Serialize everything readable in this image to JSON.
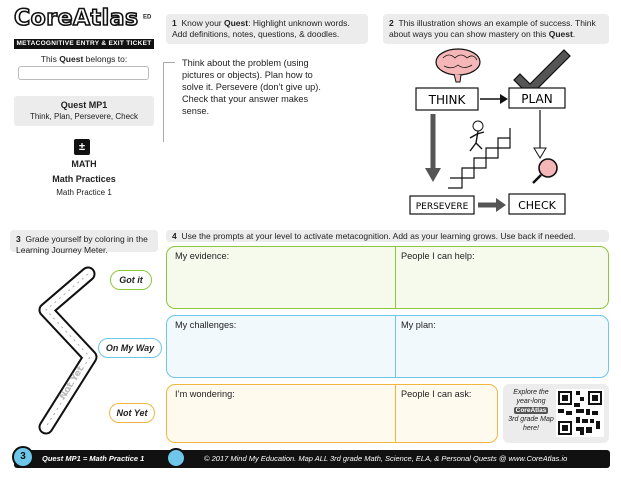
{
  "header": {
    "logo": "CoreAtlas",
    "logo_mark": "ED",
    "subtitle": "METACOGNITIVE ENTRY & EXIT TICKET",
    "belongs_prefix": "This ",
    "belongs_bold": "Quest",
    "belongs_suffix": " belongs to:"
  },
  "quest": {
    "title": "Quest MP1",
    "subtitle": "Think, Plan, Persevere, Check",
    "subject": "MATH",
    "area": "Math Practices",
    "practice": "Math Practice 1",
    "subject_icon": "calculator-icon",
    "subject_icon_glyph": "±"
  },
  "step1": {
    "number": "1",
    "pre": "Know your ",
    "bold": "Quest",
    "post": ": Highlight unknown words. Add definitions, notes, questions, & doodles."
  },
  "step2": {
    "number": "2",
    "pre": "This illustration shows an example of success. Think about ways you can show mastery on this ",
    "bold": "Quest",
    "post": "."
  },
  "step3": {
    "number": "3",
    "text": "Grade yourself by coloring in the Learning Journey Meter."
  },
  "step4": {
    "number": "4",
    "text": "Use the prompts at your level to activate metacognition. Add as your learning grows. Use back if needed."
  },
  "quest_text": "Think about the problem (using pictures or objects). Plan how to solve it. Persevere (don’t give up). Check that your answer makes sense.",
  "illustration": {
    "think": "THINK",
    "plan": "PLAN",
    "persevere": "PERSEVERE",
    "check": "CHECK"
  },
  "meter": {
    "levels": [
      "Got it",
      "On My Way",
      "Not Yet"
    ],
    "track_label": "Not Yet"
  },
  "prompts": {
    "got_it": {
      "left": "My evidence:",
      "right": "People I can help:"
    },
    "on_my_way": {
      "left": "My challenges:",
      "right": "My plan:"
    },
    "not_yet": {
      "left": "I’m wondering:",
      "right": "People I can ask:"
    }
  },
  "qr": {
    "line1": "Explore the year-long",
    "brand": "CoreAtlas",
    "line2": "3rd grade Map here!"
  },
  "footer": {
    "grade": "3",
    "left": "Quest MP1 = Math Practice 1",
    "right": "© 2017 Mind My Education.  Map ALL 3rd grade Math, Science, ELA, & Personal Quests @ www.CoreAtlas.io"
  },
  "colors": {
    "got_it": "#8cc63f",
    "on_my_way": "#6ec6e8",
    "not_yet": "#f2b544",
    "panel_grey": "#ececec"
  }
}
